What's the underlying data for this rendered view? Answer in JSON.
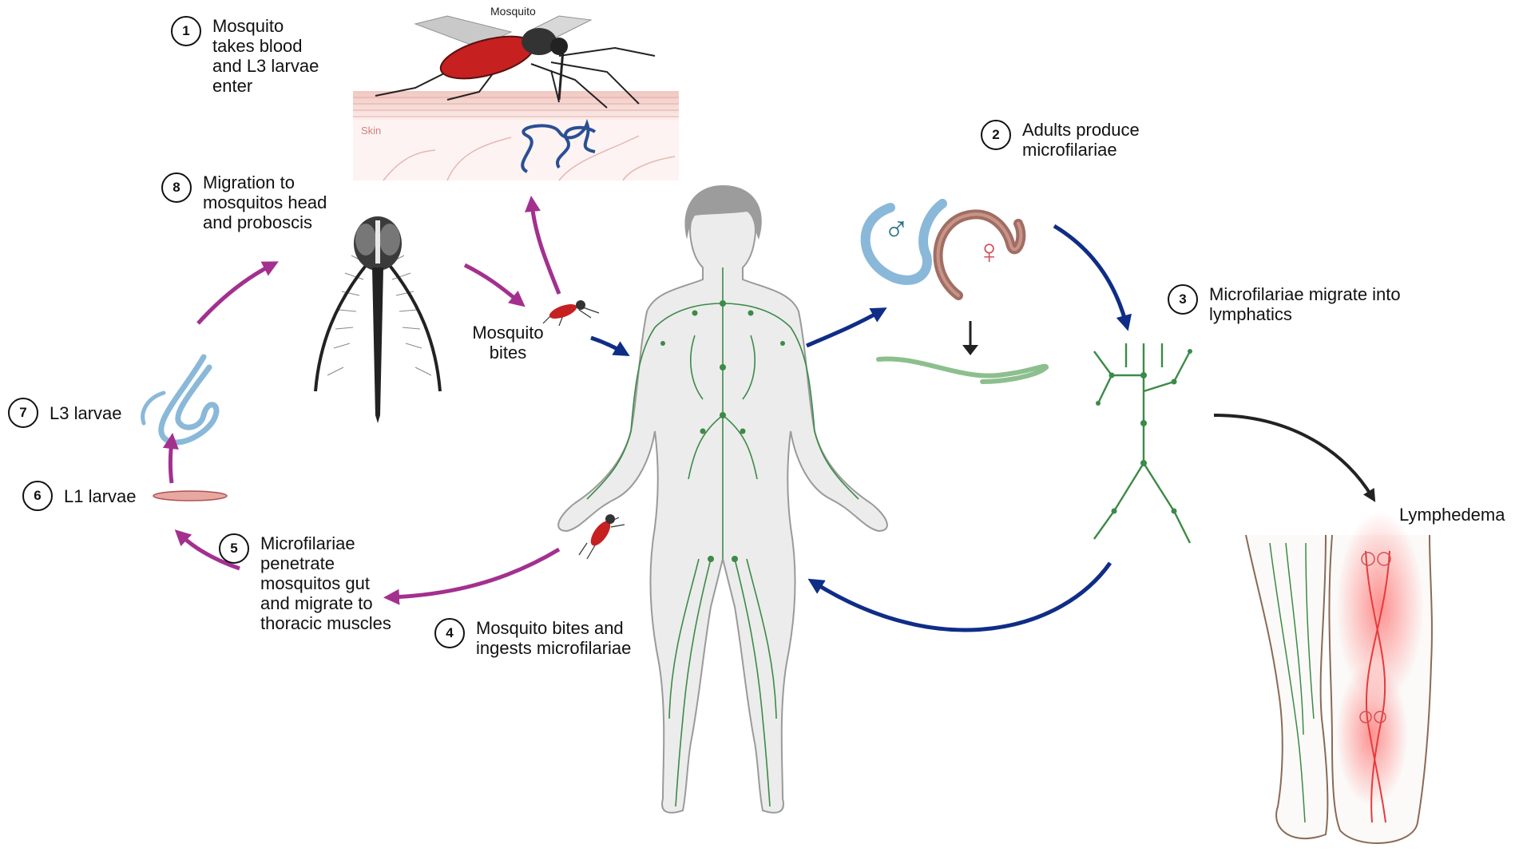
{
  "steps": [
    {
      "num": "1",
      "text": "Mosquito\ntakes blood\nand L3 larvae\nenter"
    },
    {
      "num": "2",
      "text": "Adults produce\nmicrofilariae"
    },
    {
      "num": "3",
      "text": "Microfilariae migrate into\nlymphatics"
    },
    {
      "num": "4",
      "text": "Mosquito bites and\ningests microfilariae"
    },
    {
      "num": "5",
      "text": "Microfilariae\npenetrate\nmosquitos gut\nand migrate to\nthoracic muscles"
    },
    {
      "num": "6",
      "text": "L1 larvae"
    },
    {
      "num": "7",
      "text": "L3 larvae"
    },
    {
      "num": "8",
      "text": "Migration to\nmosquitos head\nand proboscis"
    }
  ],
  "labels": {
    "mosquito_top": "Mosquito",
    "skin": "Skin",
    "mosquito_bites": "Mosquito\nbites",
    "lymphedema": "Lymphedema",
    "male_symbol": "♂",
    "female_symbol": "♀"
  },
  "colors": {
    "human_cycle_arrow": "#0f2d87",
    "mosquito_cycle_arrow": "#a3308f",
    "outcome_arrow": "#222222",
    "lymph_green": "#3c8a48",
    "male_worm": "#8ab8d9",
    "female_worm": "#a06e64",
    "male_symbol": "#2a6e8e",
    "female_symbol": "#d0525c",
    "mosquito_body": "#c62020",
    "inflammation": "#e53b3b"
  }
}
